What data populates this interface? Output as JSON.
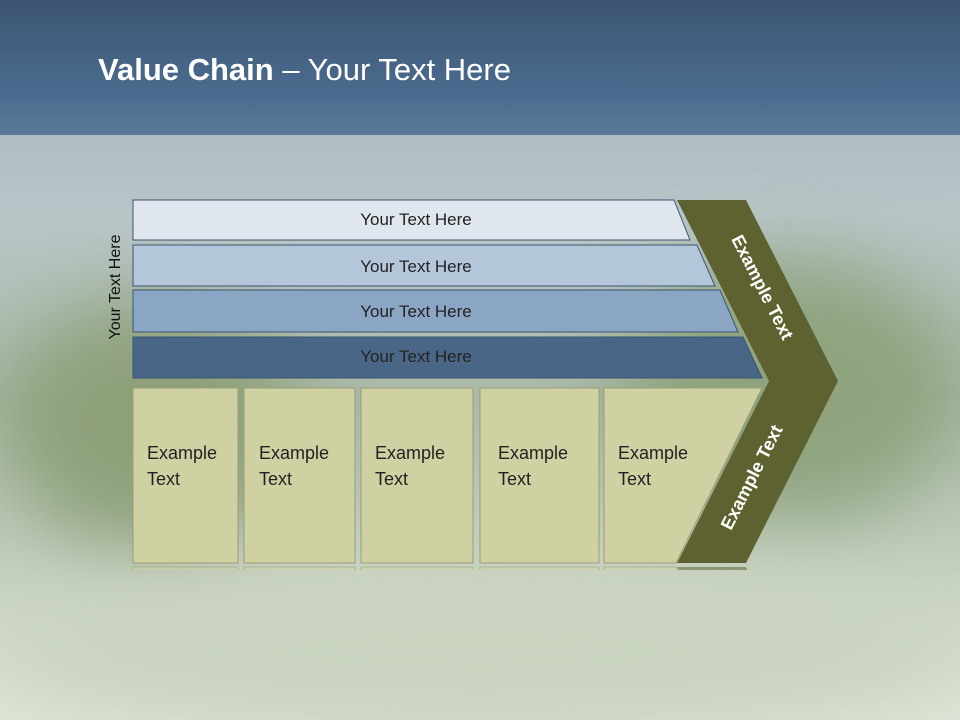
{
  "title": {
    "bold": "Value Chain",
    "rest": " – Your Text Here"
  },
  "side_label": "Your Text Here",
  "rows": [
    {
      "label": "Your Text Here",
      "fill": "#dfe6ee"
    },
    {
      "label": "Your Text Here",
      "fill": "#b4c6da"
    },
    {
      "label": "Your Text Here",
      "fill": "#8aa6c4"
    },
    {
      "label": "Your Text Here",
      "fill": "#4a6686"
    }
  ],
  "cells": [
    {
      "line1": "Example",
      "line2": "Text"
    },
    {
      "line1": "Example",
      "line2": "Text"
    },
    {
      "line1": "Example",
      "line2": "Text"
    },
    {
      "line1": "Example",
      "line2": "Text"
    },
    {
      "line1": "Example",
      "line2": "Text"
    }
  ],
  "chevron": {
    "upper_text": "Example Text",
    "lower_text": "Example Text",
    "fill": "#5e6230"
  },
  "colors": {
    "cell_fill": "#cfd1a2",
    "cell_stroke": "#9a9c74",
    "row_stroke": "#3b5470"
  }
}
